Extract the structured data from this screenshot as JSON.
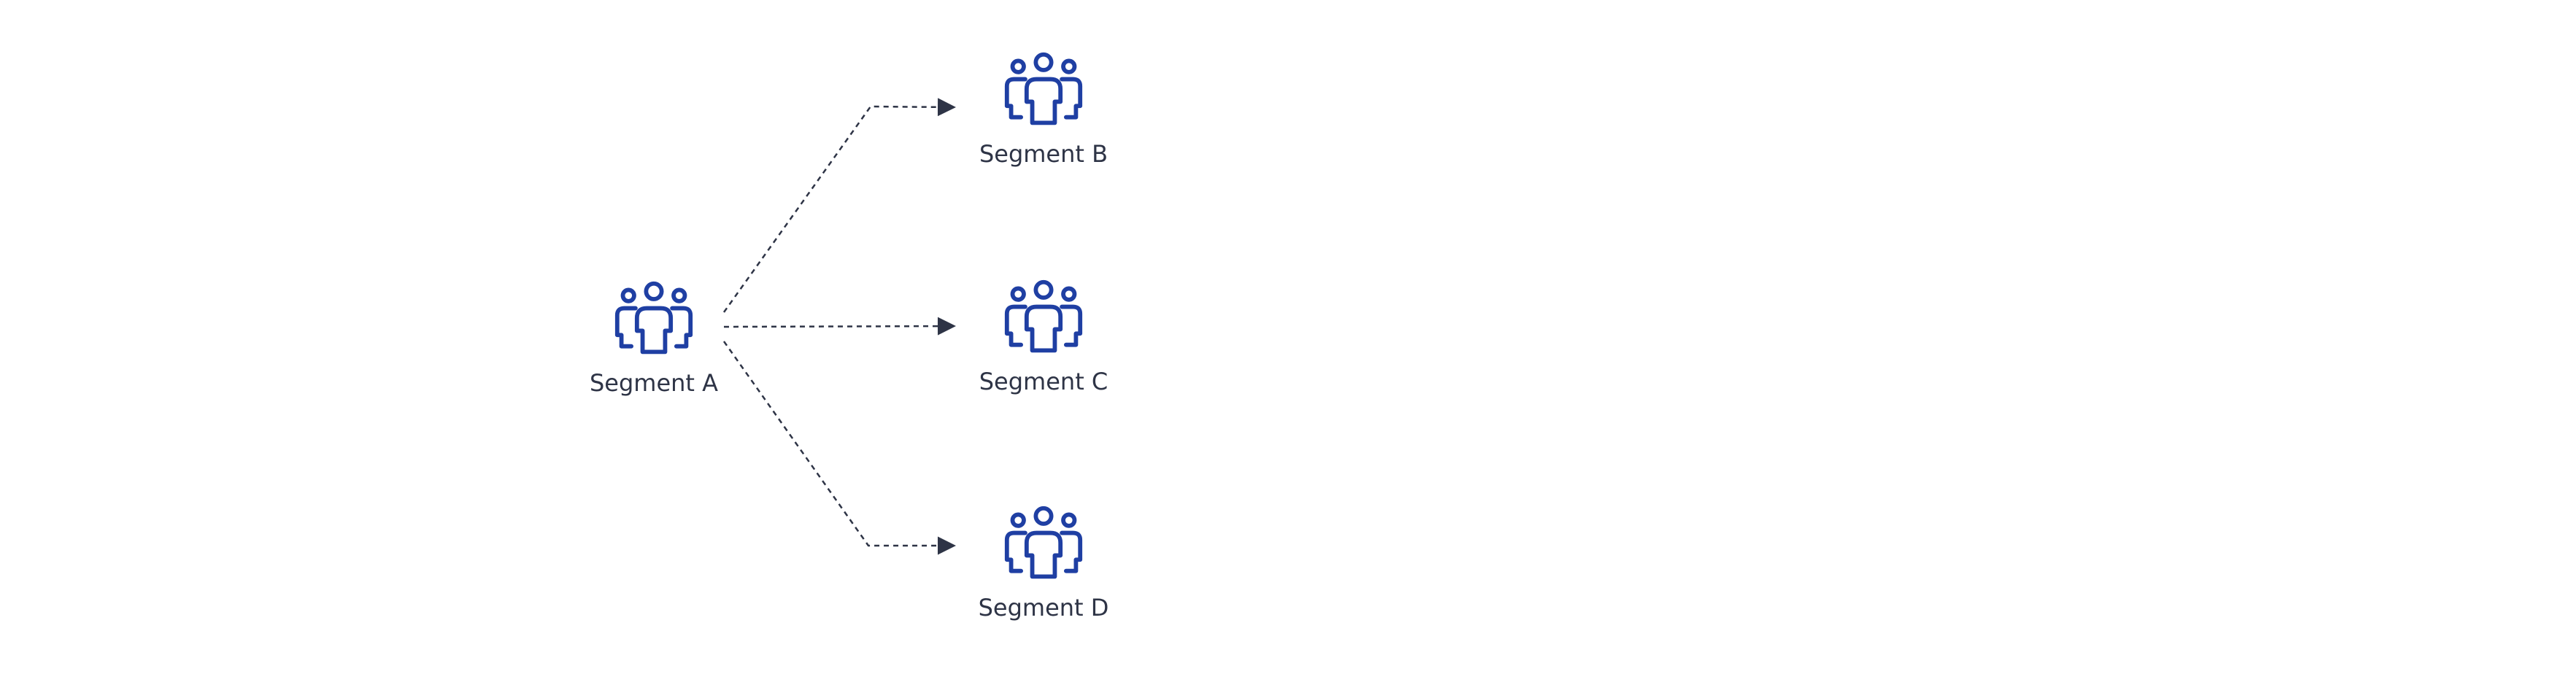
{
  "colors": {
    "icon": "#1f3fa3",
    "label": "#2e3446",
    "connector": "#2e3446",
    "background": "#ffffff"
  },
  "icons": {
    "segment": "people-group-icon",
    "arrowhead": "arrowhead-icon"
  },
  "nodes": {
    "a": {
      "label": "Segment A"
    },
    "b": {
      "label": "Segment B"
    },
    "c": {
      "label": "Segment C"
    },
    "d": {
      "label": "Segment D"
    }
  },
  "connectors": [
    {
      "from": "Segment A",
      "to": "Segment B"
    },
    {
      "from": "Segment A",
      "to": "Segment C"
    },
    {
      "from": "Segment A",
      "to": "Segment D"
    }
  ]
}
